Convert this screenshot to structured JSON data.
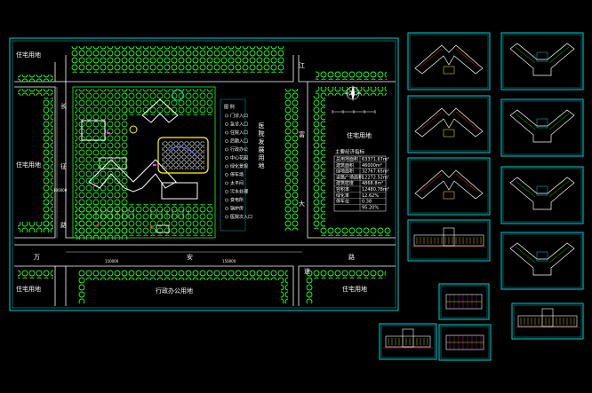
{
  "main_plan": {
    "labels": {
      "res_top_left": "住宅用地",
      "res_left": "住宅用地",
      "res_right": "住宅用地",
      "res_bottom_left": "住宅用地",
      "res_bottom_right": "住宅用地",
      "admin": "行政办公用地",
      "hospital": "医院发展用地",
      "road_wan": "万",
      "road_an": "安",
      "road_lu": "路",
      "road_dao": "道",
      "road_da": "大",
      "road_fu": "富",
      "road_chang": "长",
      "road_zheng": "征",
      "road_lu2": "路",
      "road_jiang": "江",
      "dim_left": "150000",
      "dim_right": "150000",
      "dim_mid": "100000"
    },
    "legend": {
      "title": "图  例",
      "items": [
        "门诊入口",
        "急诊入口",
        "住院入口",
        "后勤入口",
        "行政办公",
        "中心花园",
        "绿化景观",
        "停车场",
        "太平间",
        "污水处理",
        "变电所",
        "锅炉房",
        "医院次入口"
      ]
    },
    "indicators": {
      "title": "主要经济指标",
      "rows": [
        [
          "总用地面积",
          "63371.67m²"
        ],
        [
          "建筑面积",
          "46000m²"
        ],
        [
          "绿地面积",
          "32767.65m²"
        ],
        [
          "道路广场面积",
          "12272.52m²"
        ],
        [
          "建筑密度",
          "4868.8m²"
        ],
        [
          "容积率",
          "12480.78m²"
        ],
        [
          "绿化率",
          "12.62%"
        ],
        [
          "停车位",
          "0.38"
        ],
        [
          "",
          "95.20%"
        ]
      ]
    }
  },
  "colors": {
    "frame": "#00d0d0",
    "green": "#22ff22",
    "road": "#ffffff",
    "yellow": "#ffff00",
    "red": "#ff3030",
    "magenta": "#ff33ff",
    "blue": "#6070ff"
  },
  "thumbnails": [
    {
      "id": "floor-plan-1"
    },
    {
      "id": "floor-plan-2"
    },
    {
      "id": "floor-plan-3"
    },
    {
      "id": "elevation-1"
    },
    {
      "id": "floor-plan-4"
    },
    {
      "id": "floor-plan-5"
    },
    {
      "id": "floor-plan-6"
    },
    {
      "id": "floor-plan-7"
    },
    {
      "id": "section-1"
    },
    {
      "id": "elevation-2"
    },
    {
      "id": "elevation-3"
    },
    {
      "id": "elevation-4"
    }
  ]
}
